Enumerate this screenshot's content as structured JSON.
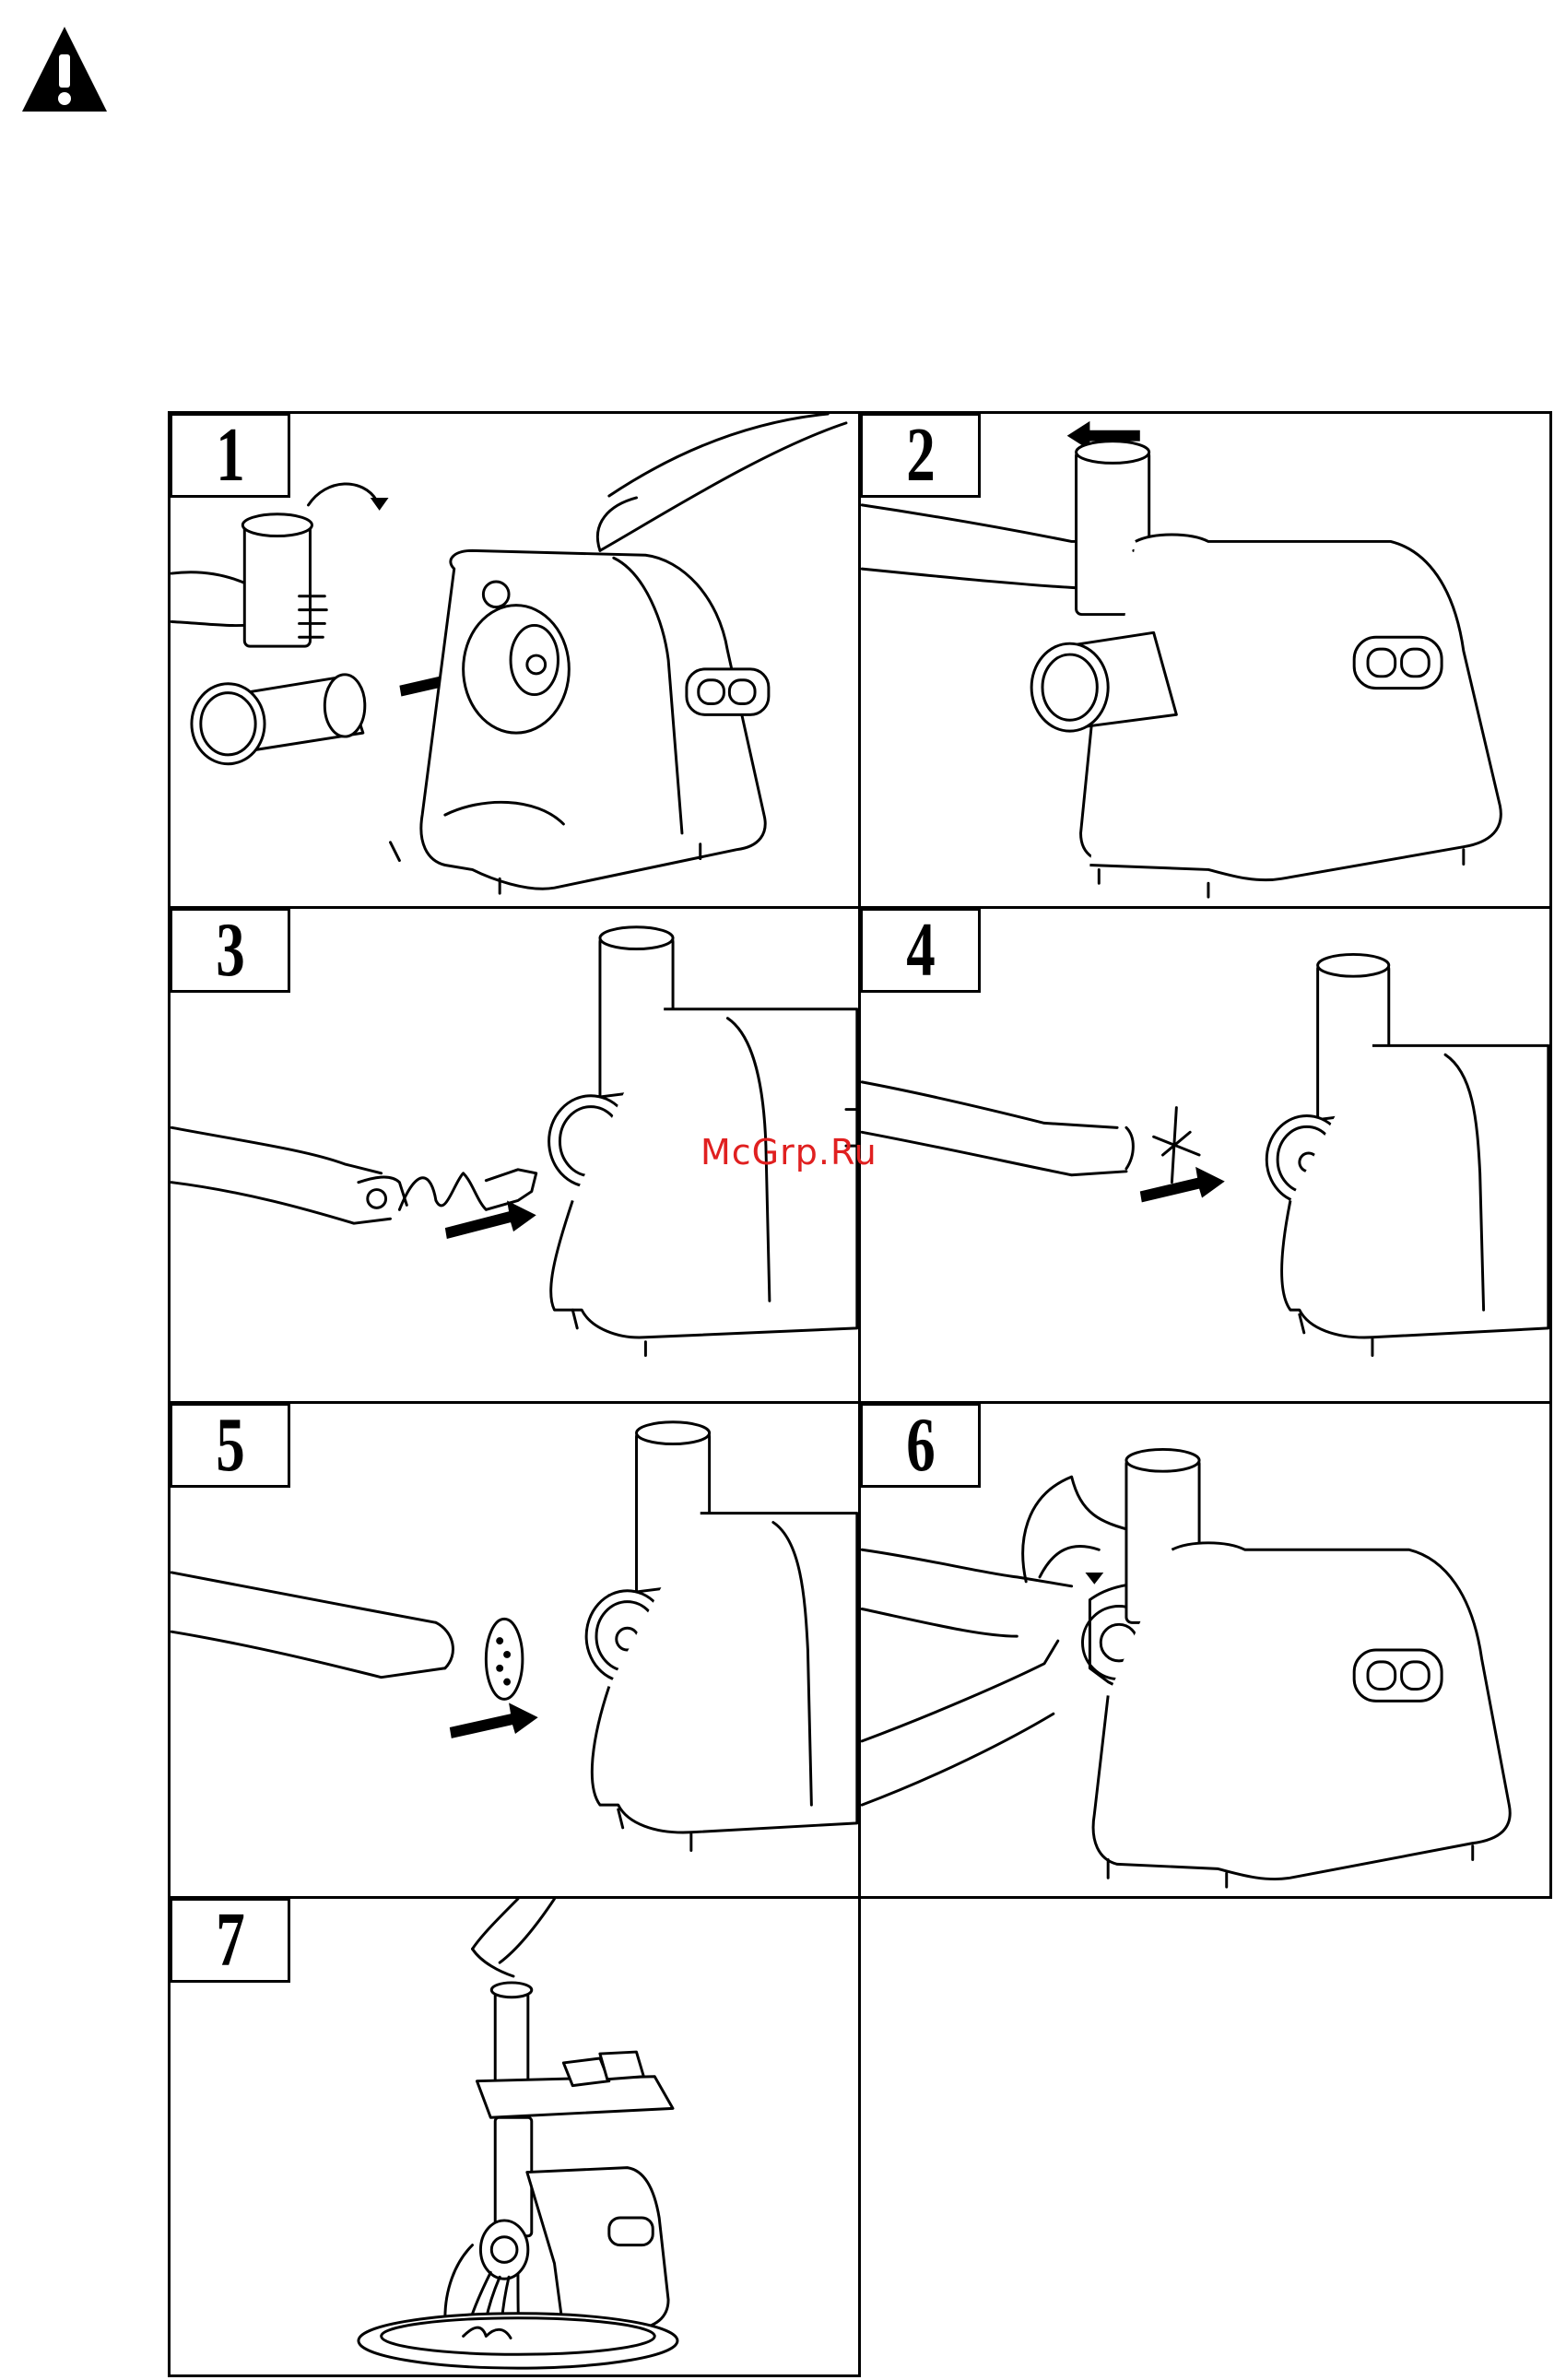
{
  "warning": {
    "icon": "warning-triangle-icon"
  },
  "steps": [
    {
      "number": "1"
    },
    {
      "number": "2"
    },
    {
      "number": "3"
    },
    {
      "number": "4"
    },
    {
      "number": "5"
    },
    {
      "number": "6"
    },
    {
      "number": "7"
    }
  ],
  "watermark": {
    "text": "McGrp.Ru"
  }
}
